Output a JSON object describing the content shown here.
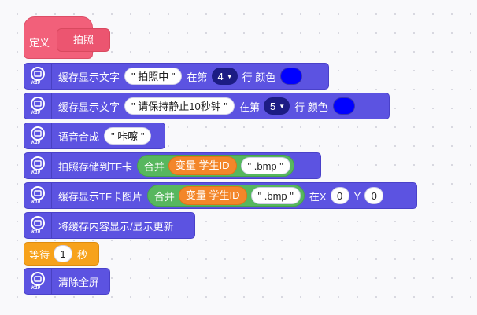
{
  "hat": {
    "label": "定义",
    "name": "拍照"
  },
  "blocks": {
    "b1": {
      "pre": "缓存显示文字",
      "text": "\" 拍照中 \"",
      "mid": "在第",
      "line": "4",
      "post": "行 颜色",
      "color": "#0000ff"
    },
    "b2": {
      "pre": "缓存显示文字",
      "text": "\" 请保持静止10秒钟 \"",
      "mid": "在第",
      "line": "5",
      "post": "行 颜色",
      "color": "#0000ff"
    },
    "b3": {
      "pre": "语音合成",
      "text": "\" 咔嚓 \""
    },
    "b4": {
      "pre": "拍照存储到TF卡",
      "join": "合并",
      "var": "变量 学生ID",
      "ext": "\" .bmp \""
    },
    "b5": {
      "pre": "缓存显示TF卡图片",
      "join": "合并",
      "var": "变量 学生ID",
      "ext": "\" .bmp \"",
      "xlabel": "在X",
      "x": "0",
      "ylabel": "Y",
      "y": "0"
    },
    "b6": {
      "pre": "将缓存内容显示/显示更新"
    },
    "wait": {
      "pre": "等待",
      "value": "1",
      "unit": "秒"
    },
    "b7": {
      "pre": "清除全屏"
    }
  },
  "icon": {
    "name": "k10-board-icon",
    "badge": "K10"
  }
}
